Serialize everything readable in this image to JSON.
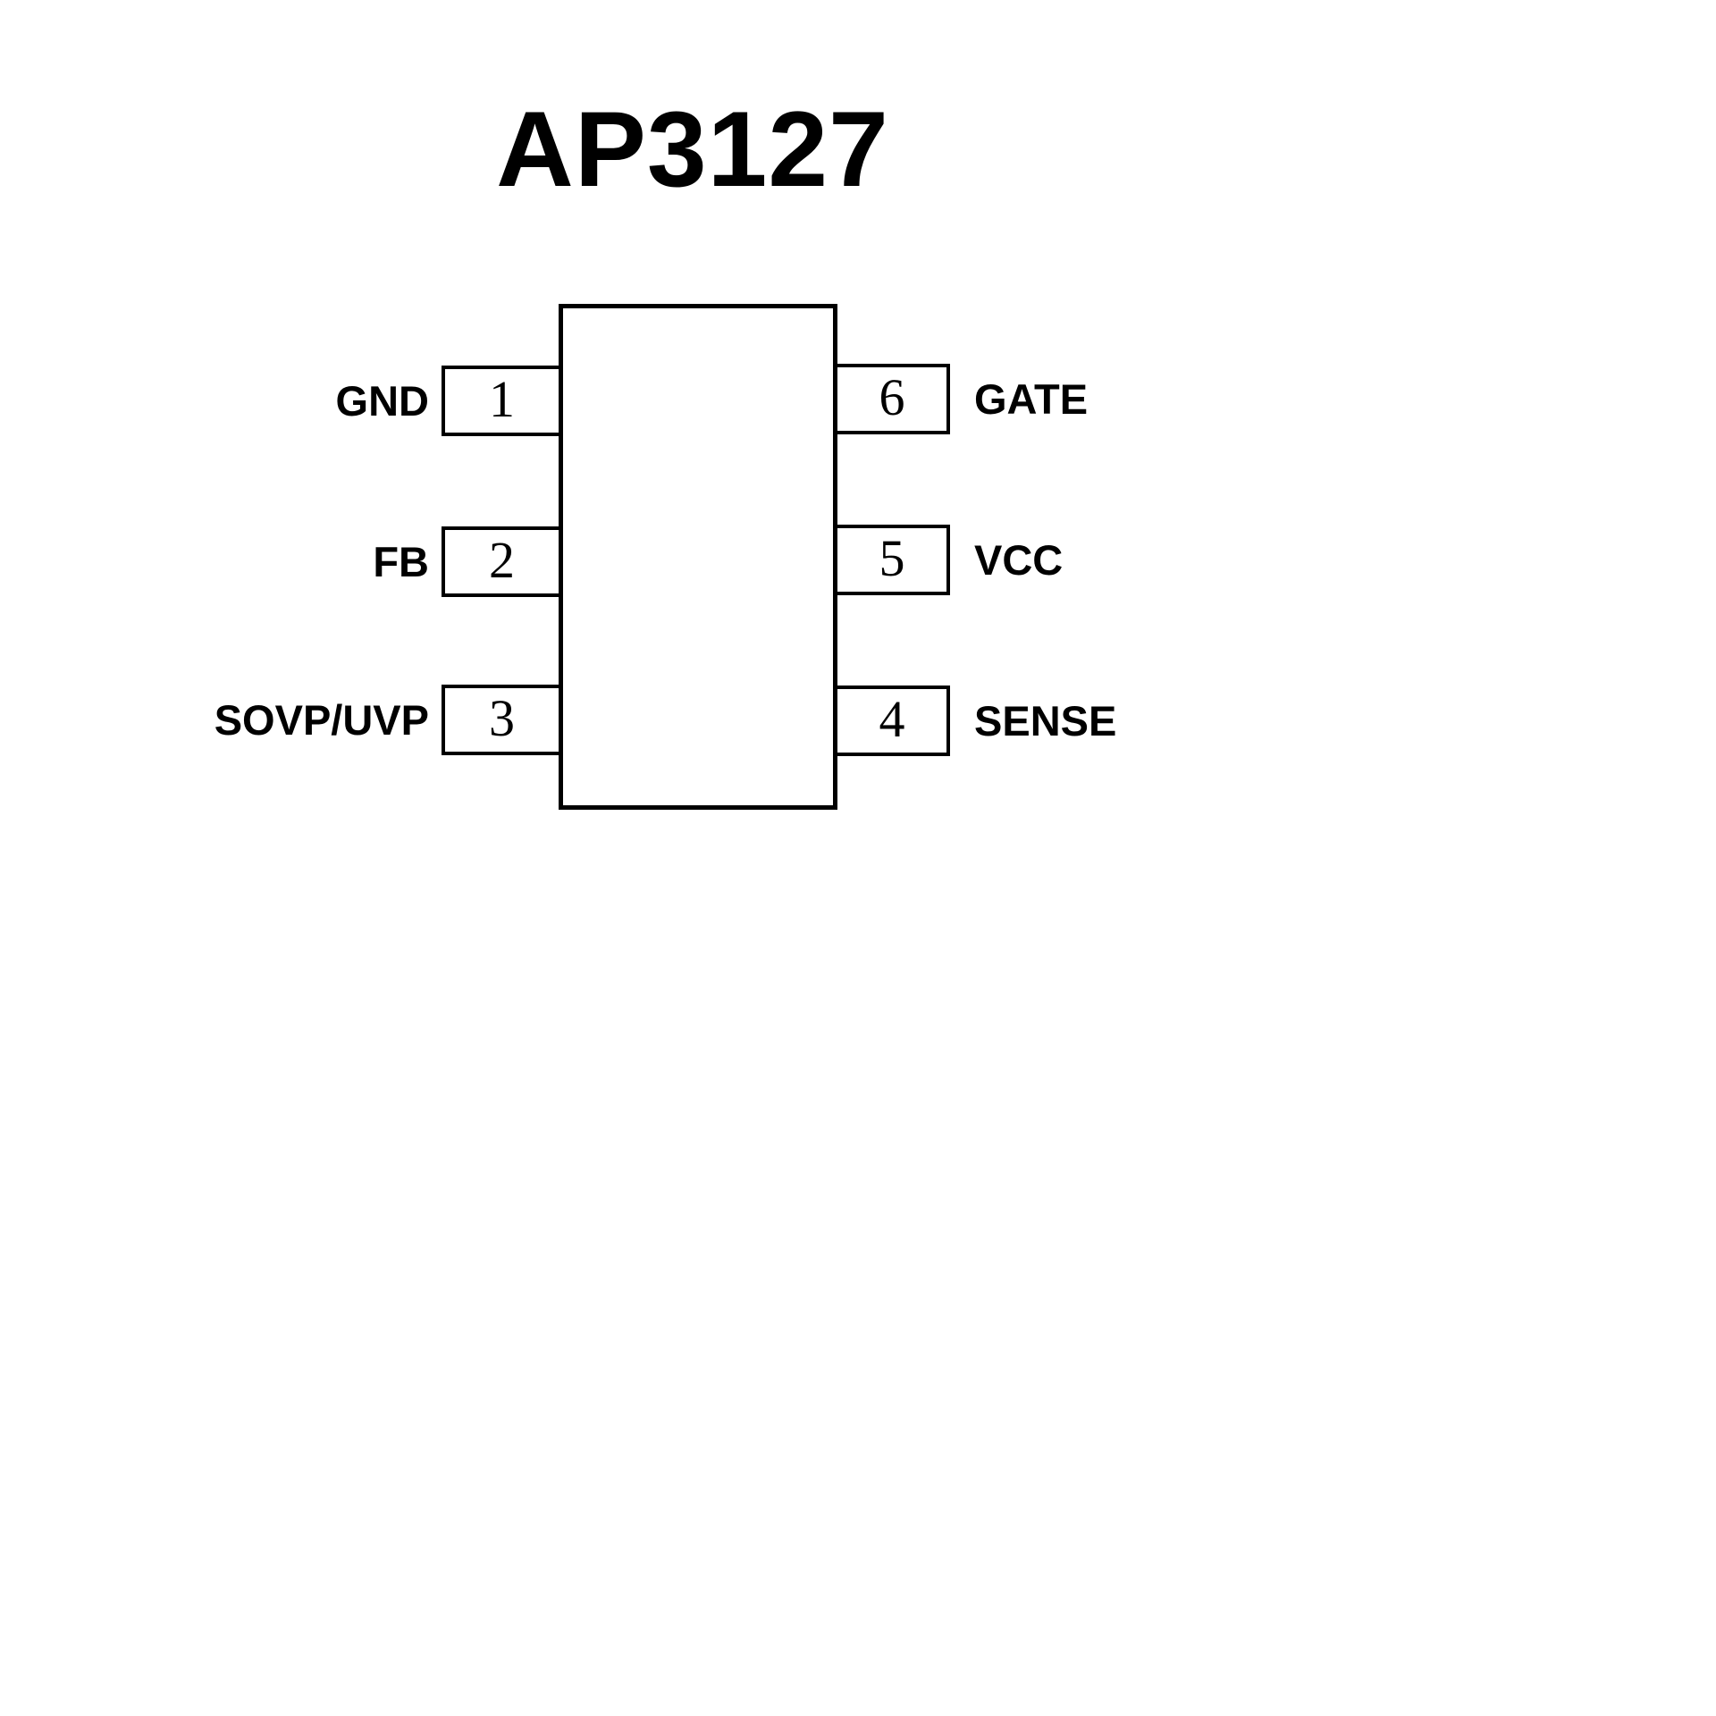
{
  "title": "AP3127",
  "colors": {
    "ink": "#000000",
    "background": "#ffffff"
  },
  "package": {
    "pin_count": 6
  },
  "pins": {
    "left": [
      {
        "number": "1",
        "label": "GND"
      },
      {
        "number": "2",
        "label": "FB"
      },
      {
        "number": "3",
        "label": "SOVP/UVP"
      }
    ],
    "right": [
      {
        "number": "6",
        "label": "GATE"
      },
      {
        "number": "5",
        "label": "VCC"
      },
      {
        "number": "4",
        "label": "SENSE"
      }
    ]
  }
}
